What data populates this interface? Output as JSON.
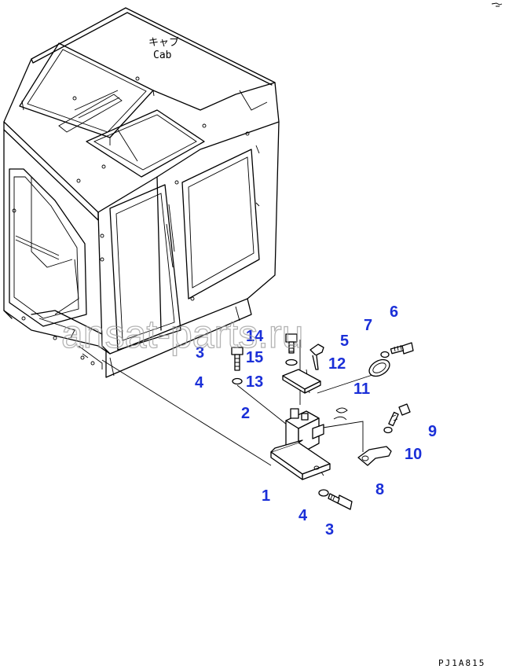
{
  "diagram": {
    "assembly_label_jp": "キャブ",
    "assembly_label_en": "Cab",
    "drawing_code": "PJ1A815",
    "watermark": "ansat-parts.ru",
    "callout_color": "#1a2fd8",
    "callouts": [
      {
        "id": "c1",
        "text": "1"
      },
      {
        "id": "c2",
        "text": "2"
      },
      {
        "id": "c3a",
        "text": "3"
      },
      {
        "id": "c3b",
        "text": "3"
      },
      {
        "id": "c4a",
        "text": "4"
      },
      {
        "id": "c4b",
        "text": "4"
      },
      {
        "id": "c5",
        "text": "5"
      },
      {
        "id": "c6",
        "text": "6"
      },
      {
        "id": "c7",
        "text": "7"
      },
      {
        "id": "c8",
        "text": "8"
      },
      {
        "id": "c9",
        "text": "9"
      },
      {
        "id": "c10",
        "text": "10"
      },
      {
        "id": "c11",
        "text": "11"
      },
      {
        "id": "c12",
        "text": "12"
      },
      {
        "id": "c13",
        "text": "13"
      },
      {
        "id": "c14",
        "text": "14"
      },
      {
        "id": "c15",
        "text": "15"
      }
    ]
  }
}
